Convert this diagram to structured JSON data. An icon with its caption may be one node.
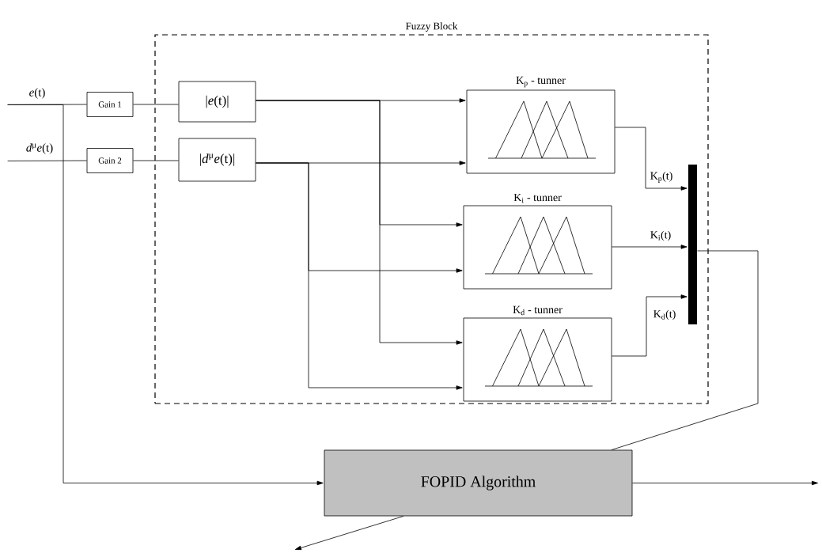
{
  "diagram": {
    "nodes": [
      {
        "text": [
          "Fuzzy Block"
        ]
      },
      {
        "text": [
          "*e*(t)"
        ]
      },
      {
        "text": [
          "*d*$^{μ}$*e*(t)"
        ]
      },
      {
        "text": [
          "Gain 1"
        ]
      },
      {
        "text": [
          "Gain 2"
        ]
      },
      {
        "text": [
          "|*e*(t)|"
        ],
        "in": 0
      },
      {
        "text": [
          "|*d*$^{μ}$*e*(t)|"
        ],
        "in": 0
      },
      {
        "text": [
          "K$_{p}$ - tunner"
        ],
        "in": 0
      },
      {
        "text": [
          "K$_{i}$ - tunner"
        ],
        "in": 0
      },
      {
        "text": [
          "K$_{d}$ - tunner"
        ],
        "in": 0
      },
      {
        "text": [],
        "shape": "bar",
        "in": 0
      },
      {
        "text": [
          "FOPID Algorithm"
        ]
      }
    ],
    "edges": [
      {
        "from": 1,
        "to": 3,
        "arrow": "none"
      },
      {
        "from": 2,
        "to": 4,
        "arrow": "none"
      },
      {
        "from": 1,
        "to": 11,
        "arrow": "to"
      },
      {
        "from": 3,
        "to": 5,
        "arrow": "none"
      },
      {
        "from": 4,
        "to": 6,
        "arrow": "none"
      },
      {
        "from": 5,
        "to": 7,
        "arrow": "to"
      },
      {
        "from": 5,
        "to": 8,
        "arrow": "to"
      },
      {
        "from": 5,
        "to": 9,
        "arrow": "to"
      },
      {
        "from": 6,
        "to": 7,
        "arrow": "to"
      },
      {
        "from": 6,
        "to": 8,
        "arrow": "to"
      },
      {
        "from": 6,
        "to": 9,
        "arrow": "to"
      },
      {
        "from": 7,
        "to": 10,
        "arrow": "to",
        "label": "K$_{p}$(t)"
      },
      {
        "from": 8,
        "to": 10,
        "arrow": "to",
        "label": "K$_{i}$(t)"
      },
      {
        "from": 9,
        "to": 10,
        "arrow": "to",
        "label": "K$_{d}$(t)"
      },
      {
        "from": 10,
        "to": 11,
        "arrow": "none"
      },
      {
        "from": 11,
        "to": null,
        "arrow": "to"
      },
      {
        "from": 11,
        "to": null,
        "arrow": "to"
      }
    ]
  }
}
